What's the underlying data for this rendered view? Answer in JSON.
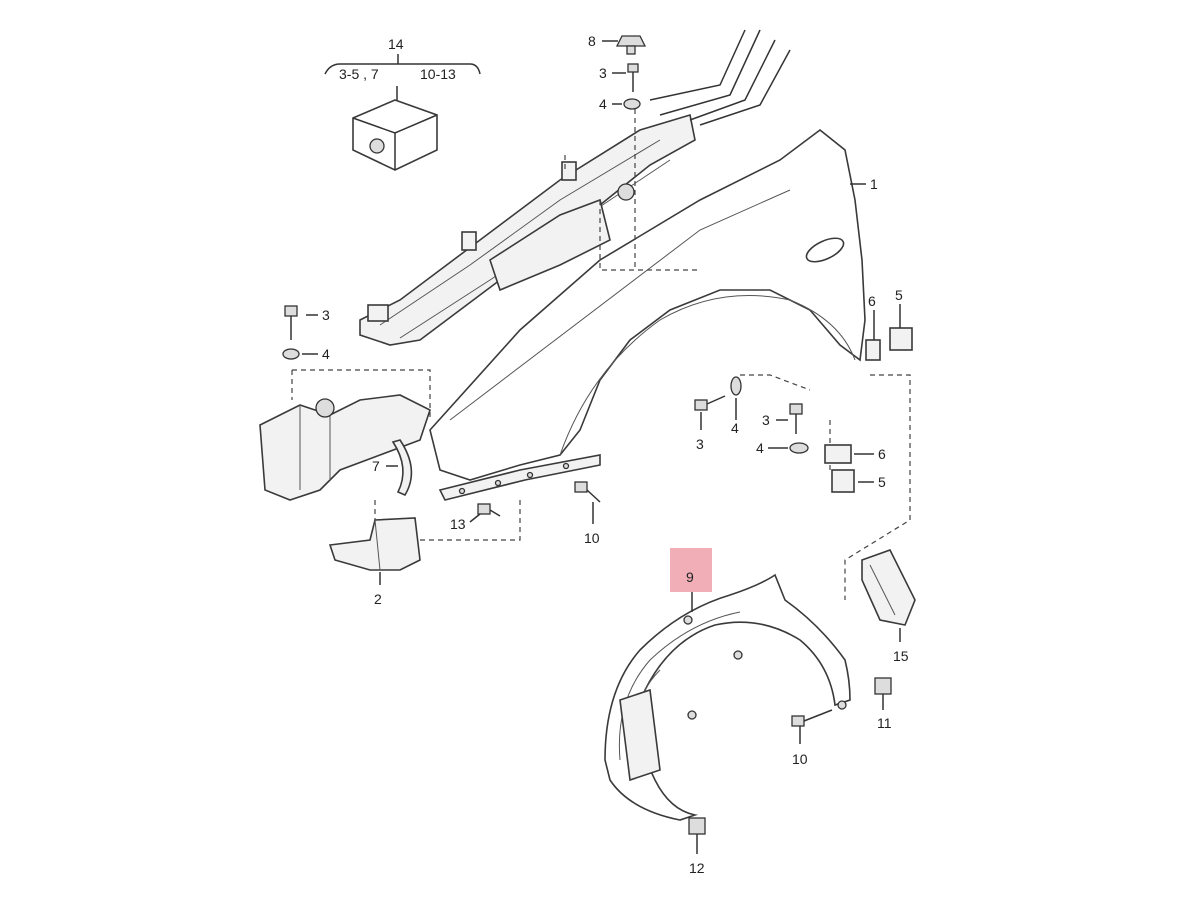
{
  "kit": {
    "number": "14",
    "left_range": "3-5 , 7",
    "right_range": "10-13"
  },
  "callouts": {
    "c1": "1",
    "c2": "2",
    "c3a": "3",
    "c3b": "3",
    "c3c": "3",
    "c3d": "3",
    "c4a": "4",
    "c4b": "4",
    "c4c": "4",
    "c4d": "4",
    "c5a": "5",
    "c5b": "5",
    "c6a": "6",
    "c6b": "6",
    "c7": "7",
    "c8": "8",
    "c9": "9",
    "c10a": "10",
    "c10b": "10",
    "c11": "11",
    "c12": "12",
    "c13": "13",
    "c15": "15"
  },
  "colors": {
    "highlight": "#f1aeb7",
    "linework": "#333333"
  }
}
